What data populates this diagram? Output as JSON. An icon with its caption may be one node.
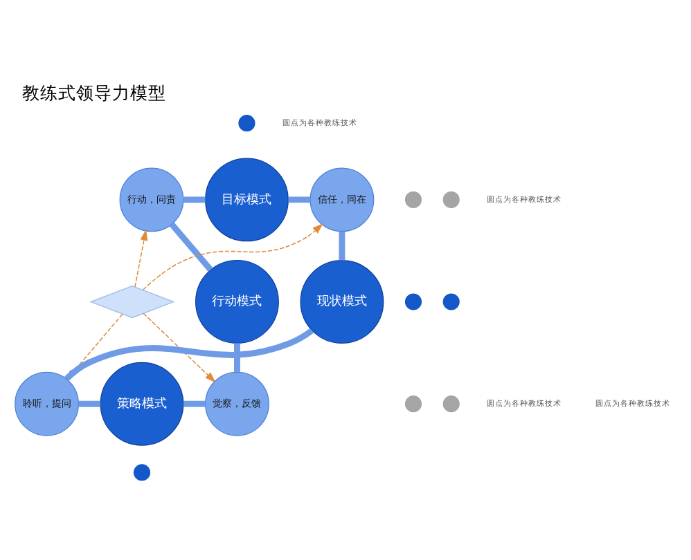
{
  "diagram": {
    "title": "教练式领导力模型",
    "nodes": [
      {
        "text": [
          "目标模式"
        ]
      },
      {
        "text": [
          "行动，问责"
        ]
      },
      {
        "text": [
          "信任，同在"
        ]
      },
      {
        "text": [
          "行动模式"
        ]
      },
      {
        "text": [],
        "shape": "diamond"
      },
      {
        "text": [
          "现状模式"
        ]
      },
      {
        "text": [
          "觉察，反馈"
        ]
      },
      {
        "text": [
          "聆听，提问"
        ]
      },
      {
        "text": [
          "策略模式"
        ]
      },
      {
        "text": [],
        "shape": "circle"
      },
      {
        "text": [],
        "shape": "circle"
      },
      {
        "text": [],
        "shape": "circle"
      },
      {
        "text": [],
        "shape": "circle"
      },
      {
        "text": [],
        "shape": "circle"
      },
      {
        "text": [],
        "shape": "circle"
      },
      {
        "text": [],
        "shape": "circle"
      },
      {
        "text": [],
        "shape": "circle"
      }
    ],
    "edges": [
      {
        "from": 1,
        "to": 0,
        "arrow": "none"
      },
      {
        "from": 0,
        "to": 2,
        "arrow": "none"
      },
      {
        "from": 2,
        "to": 5,
        "arrow": "none"
      },
      {
        "from": 5,
        "to": 7,
        "arrow": "none"
      },
      {
        "from": 7,
        "to": 8,
        "arrow": "none"
      },
      {
        "from": 8,
        "to": 6,
        "arrow": "none"
      },
      {
        "from": 6,
        "to": 3,
        "arrow": "none"
      },
      {
        "from": 3,
        "to": 1,
        "arrow": "none"
      },
      {
        "from": 4,
        "to": 1,
        "arrow": "to",
        "style": "dashed",
        "color": "#e08a3c"
      },
      {
        "from": 4,
        "to": 2,
        "arrow": "to",
        "style": "dashed",
        "color": "#e08a3c"
      },
      {
        "from": 4,
        "to": 6,
        "arrow": "to",
        "style": "dashed",
        "color": "#e08a3c"
      },
      {
        "from": 4,
        "to": 7,
        "arrow": "to",
        "style": "dashed",
        "color": "#e08a3c"
      }
    ],
    "labels": [
      "圆点为各种教练技术",
      "圆点为各种教练技术",
      "圆点为各种教练技术",
      "圆点为各种教练技术"
    ]
  }
}
